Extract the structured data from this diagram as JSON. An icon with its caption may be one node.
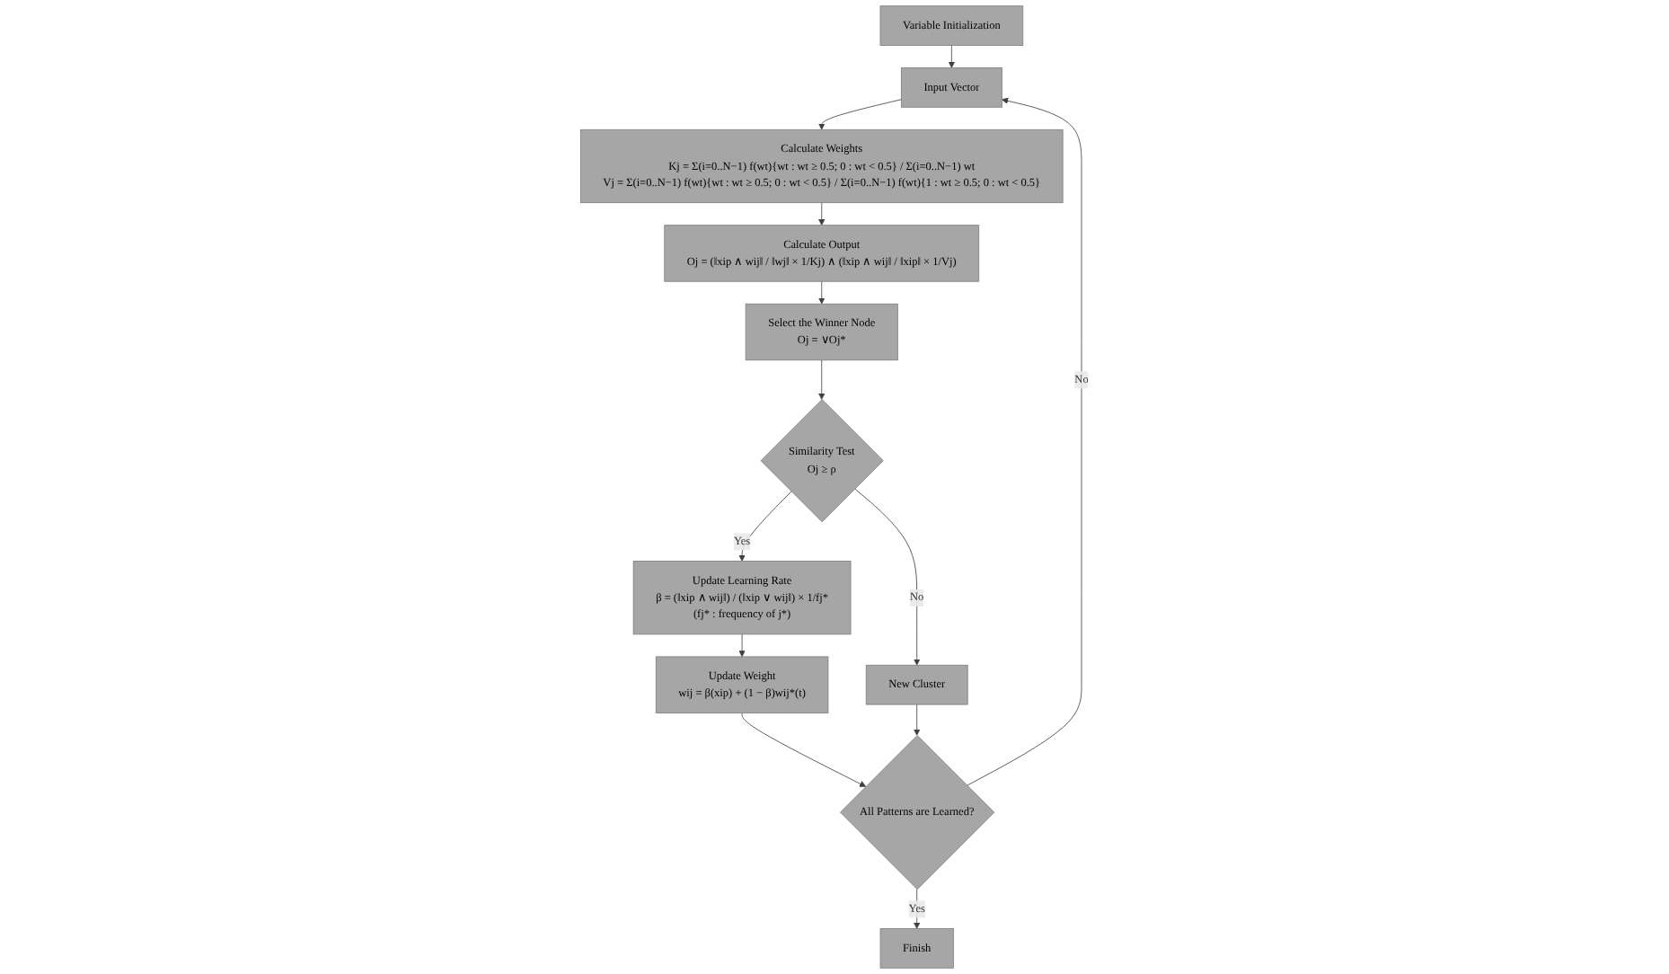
{
  "diagram": {
    "nodes": [
      {
        "text": [
          "Variable Initialization"
        ]
      },
      {
        "text": [
          "Input Vector"
        ]
      },
      {
        "text": [
          "Calculate Weights",
          "Kj = Σ(i=0..N−1) f(wt){wt : wt ≥ 0.5; 0 : wt < 0.5} / Σ(i=0..N−1) wt",
          "Vj = Σ(i=0..N−1) f(wt){wt : wt ≥ 0.5; 0 : wt < 0.5} / Σ(i=0..N−1) f(wt){1 : wt ≥ 0.5; 0 : wt < 0.5}"
        ]
      },
      {
        "text": [
          "Calculate Output",
          "Oj = (‖xip ∧ wij‖ / ‖wj‖ × 1/Kj) ∧ (‖xip ∧ wij‖ / ‖xip‖ × 1/Vj)"
        ]
      },
      {
        "text": [
          "Select the Winner Node",
          "Oj = ∨Oj*"
        ]
      },
      {
        "text": [
          "Similarity Test",
          "Oj ≥ ρ"
        ]
      },
      {
        "text": [
          "Update Learning Rate",
          "β = (‖xip ∧ wij‖) / (‖xip ∨ wij‖) × 1/fj*",
          "(fj* : frequency of j*)"
        ]
      },
      {
        "text": [
          "Update Weight",
          "wij = β(xip) + (1 − β)wij*(t)"
        ]
      },
      {
        "text": [
          "New Cluster"
        ]
      },
      {
        "text": [
          "All Patterns are Learned?"
        ]
      },
      {
        "text": [
          "Finish"
        ]
      }
    ],
    "edges": [
      {
        "from": 0,
        "to": 1,
        "arrow": "to"
      },
      {
        "from": 1,
        "to": 2,
        "arrow": "to"
      },
      {
        "from": 2,
        "to": 3,
        "arrow": "to"
      },
      {
        "from": 3,
        "to": 4,
        "arrow": "to"
      },
      {
        "from": 4,
        "to": 5,
        "arrow": "to"
      },
      {
        "from": 5,
        "to": 6,
        "arrow": "to",
        "label": "Yes"
      },
      {
        "from": 5,
        "to": 8,
        "arrow": "to",
        "label": "No"
      },
      {
        "from": 6,
        "to": 7,
        "arrow": "to"
      },
      {
        "from": 7,
        "to": 9,
        "arrow": "to"
      },
      {
        "from": 8,
        "to": 9,
        "arrow": "to"
      },
      {
        "from": 9,
        "to": 10,
        "arrow": "to",
        "label": "Yes"
      },
      {
        "from": 9,
        "to": 1,
        "arrow": "to",
        "label": "No"
      }
    ]
  }
}
